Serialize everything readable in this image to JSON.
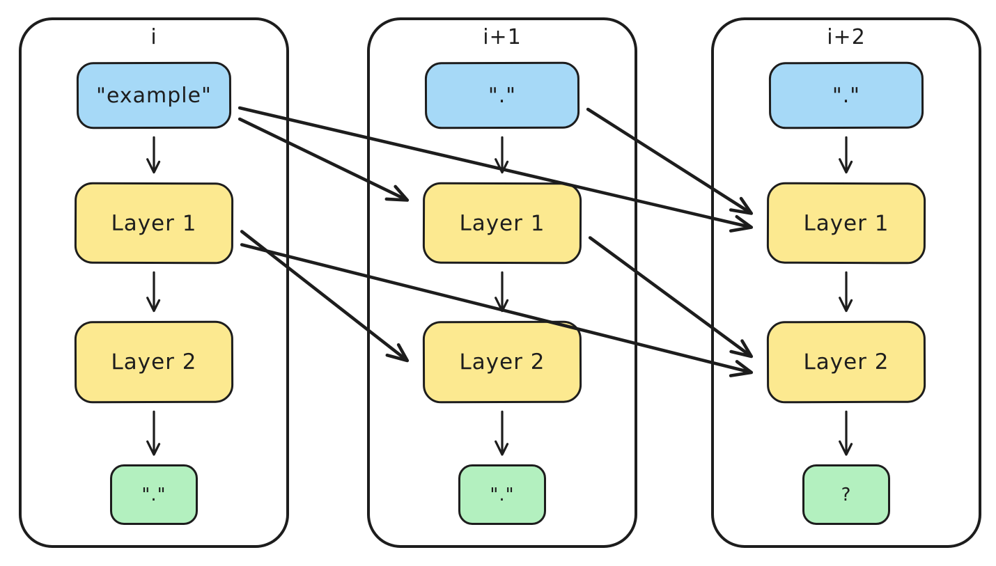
{
  "canvas": {
    "background": "#ffffff",
    "ink": "#1d1d1d"
  },
  "palette": {
    "input_fill": "#a6d9f7",
    "layer_fill": "#fce990",
    "output_fill": "#b3f0bf"
  },
  "columns": [
    {
      "id": "c0",
      "title": "i",
      "input": "\"example\"",
      "layer1": "Layer 1",
      "layer2": "Layer 2",
      "output": "\".\""
    },
    {
      "id": "c1",
      "title": "i+1",
      "input": "\".\"",
      "layer1": "Layer 1",
      "layer2": "Layer 2",
      "output": "\".\""
    },
    {
      "id": "c2",
      "title": "i+2",
      "input": "\".\"",
      "layer1": "Layer 1",
      "layer2": "Layer 2",
      "output": "?"
    }
  ],
  "edges": [
    {
      "from": "c0-input",
      "to": "c0-l1",
      "kind": "down"
    },
    {
      "from": "c0-l1",
      "to": "c0-l2",
      "kind": "down"
    },
    {
      "from": "c0-l2",
      "to": "c0-out",
      "kind": "down"
    },
    {
      "from": "c1-input",
      "to": "c1-l1",
      "kind": "down"
    },
    {
      "from": "c1-l1",
      "to": "c1-l2",
      "kind": "down"
    },
    {
      "from": "c1-l2",
      "to": "c1-out",
      "kind": "down"
    },
    {
      "from": "c2-input",
      "to": "c2-l1",
      "kind": "down"
    },
    {
      "from": "c2-l1",
      "to": "c2-l2",
      "kind": "down"
    },
    {
      "from": "c2-l2",
      "to": "c2-out",
      "kind": "down"
    },
    {
      "from": "c0-input",
      "to": "c1-l1",
      "kind": "cross",
      "fromDy": 34,
      "toDy": -33
    },
    {
      "from": "c0-input",
      "to": "c2-l1",
      "kind": "cross",
      "fromDy": 18,
      "toDy": 6
    },
    {
      "from": "c0-l1",
      "to": "c1-l2",
      "kind": "cross",
      "fromDy": 12,
      "toDy": -2
    },
    {
      "from": "c0-l1",
      "to": "c2-l2",
      "kind": "cross",
      "fromDy": 31,
      "toDy": 15
    },
    {
      "from": "c1-input",
      "to": "c2-l1",
      "kind": "cross",
      "fromDy": 20,
      "toDy": -14
    },
    {
      "from": "c1-l1",
      "to": "c2-l2",
      "kind": "cross",
      "fromDy": 21,
      "toDy": -8
    }
  ]
}
